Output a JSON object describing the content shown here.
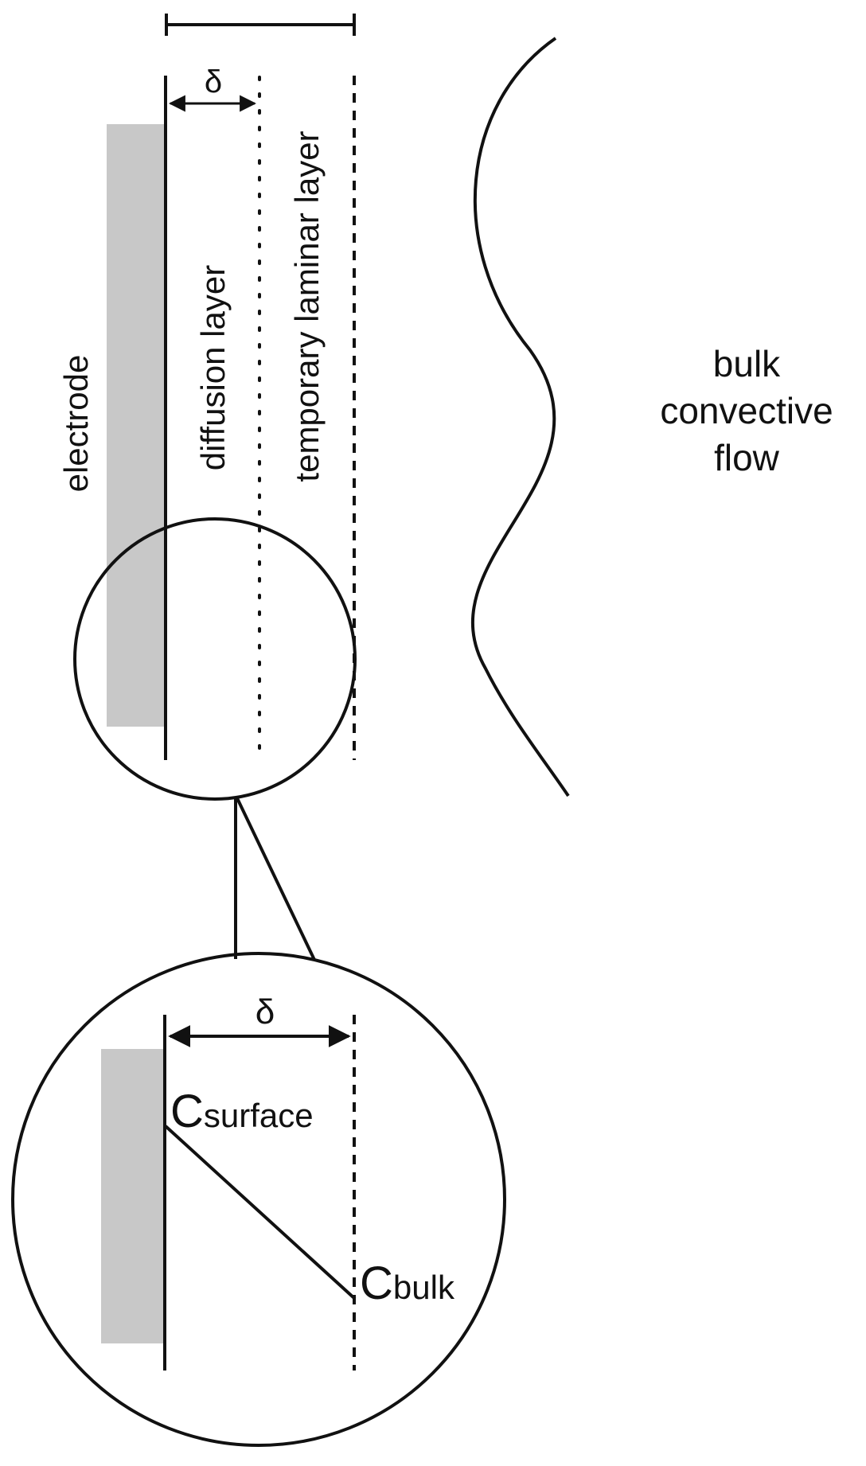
{
  "labels": {
    "electrode": "electrode",
    "diffusion_layer": "diffusion layer",
    "temporary_laminar_layer": "temporary laminar layer",
    "delta_top": "δ",
    "bulk_line1": "bulk",
    "bulk_line2": "convective",
    "bulk_line3": "flow",
    "delta_zoom": "δ",
    "c_surface_main": "C",
    "c_surface_sub": "surface",
    "c_bulk_main": "C",
    "c_bulk_sub": "bulk"
  },
  "colors": {
    "electrode_fill": "#c8c8c8",
    "line": "#111111",
    "background": "#ffffff"
  }
}
